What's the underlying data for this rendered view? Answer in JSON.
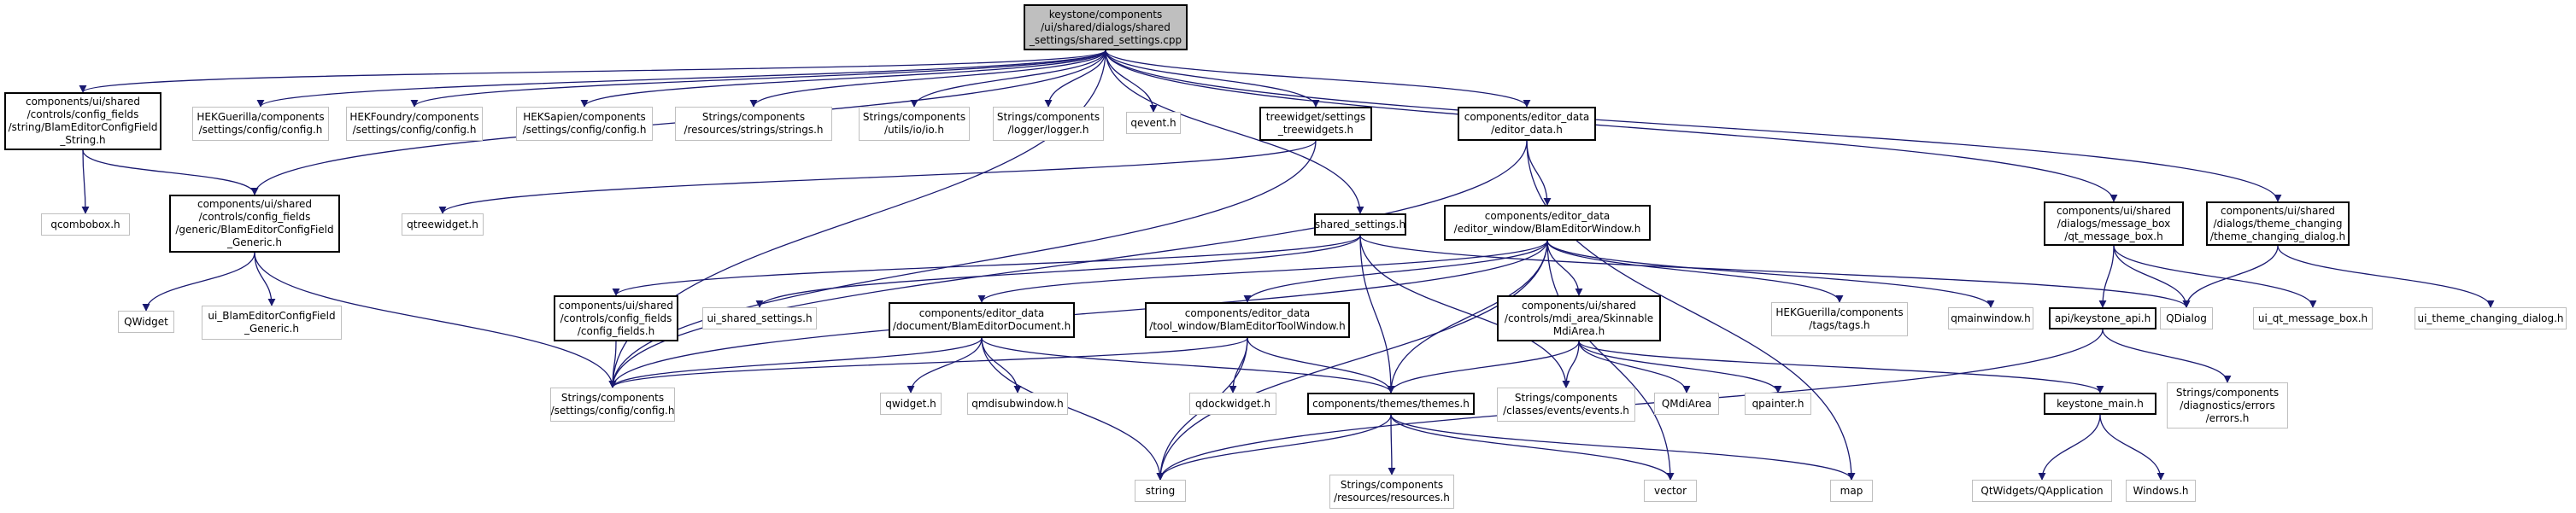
{
  "colors": {
    "edge": "#191970",
    "node_border": "#000000",
    "external_border": "#bfbfbf",
    "root_fill": "#bfbfbf"
  },
  "nodes": {
    "root": "keystone/components\n/ui/shared/dialogs/shared\n_settings/shared_settings.cpp",
    "cfgstring": "components/ui/shared\n/controls/config_fields\n/string/BlamEditorConfigField\n_String.h",
    "qcombobox": "qcombobox.h",
    "cfggeneric": "components/ui/shared\n/controls/config_fields\n/generic/BlamEditorConfigField\n_Generic.h",
    "qwidget_cls": "QWidget",
    "ui_cfggeneric": "ui_BlamEditorConfigField\n_Generic.h",
    "hekguerilla_cfg": "HEKGuerilla/components\n/settings/config/config.h",
    "hekfoundry_cfg": "HEKFoundry/components\n/settings/config/config.h",
    "heksapien_cfg": "HEKSapien/components\n/settings/config/config.h",
    "strings_res": "Strings/components\n/resources/strings/strings.h",
    "strings_io": "Strings/components\n/utils/io/io.h",
    "strings_logger": "Strings/components\n/logger/logger.h",
    "qevent": "qevent.h",
    "treewidget_settings": "treewidget/settings\n_treewidgets.h",
    "qtreewidget": "qtreewidget.h",
    "editor_data": "components/editor_data\n/editor_data.h",
    "shared_settings_h": "shared_settings.h",
    "blam_editor_window": "components/editor_data\n/editor_window/BlamEditorWindow.h",
    "msgbox": "components/ui/shared\n/dialogs/message_box\n/qt_message_box.h",
    "theme_dialog": "components/ui/shared\n/dialogs/theme_changing\n/theme_changing_dialog.h",
    "config_fields": "components/ui/shared\n/controls/config_fields\n/config_fields.h",
    "ui_shared_settings": "ui_shared_settings.h",
    "blam_editor_document": "components/editor_data\n/document/BlamEditorDocument.h",
    "tool_window": "components/editor_data\n/tool_window/BlamEditorToolWindow.h",
    "skinnable_mdi": "components/ui/shared\n/controls/mdi_area/Skinnable\nMdiArea.h",
    "hekguerilla_tags": "HEKGuerilla/components\n/tags/tags.h",
    "qmainwindow": "qmainwindow.h",
    "qdialog": "QDialog",
    "ui_qt_msgbox": "ui_qt_message_box.h",
    "ui_theme_dialog": "ui_theme_changing_dialog.h",
    "keystone_api": "api/keystone_api.h",
    "strings_errors": "Strings/components\n/diagnostics/errors\n/errors.h",
    "strings_config": "Strings/components\n/settings/config/config.h",
    "qwidget_h": "qwidget.h",
    "qmdisubwindow": "qmdisubwindow.h",
    "qdockwidget": "qdockwidget.h",
    "themes": "components/themes/themes.h",
    "strings_events": "Strings/components\n/classes/events/events.h",
    "qmdiarea": "QMdiArea",
    "qpainter": "qpainter.h",
    "keystone_main": "keystone_main.h",
    "string": "string",
    "strings_resources": "Strings/components\n/resources/resources.h",
    "vector": "vector",
    "map": "map",
    "qapplication": "QtWidgets/QApplication",
    "windows": "Windows.h"
  }
}
